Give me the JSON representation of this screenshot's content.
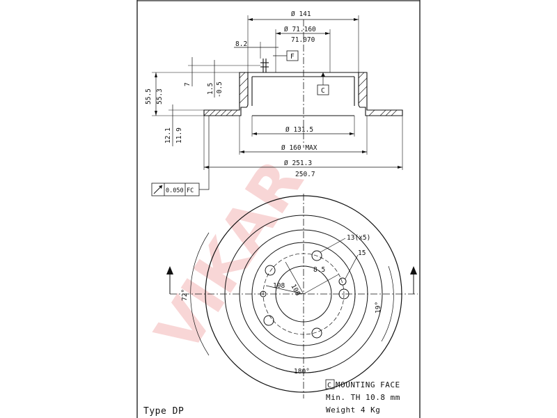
{
  "watermark": "VIKAR",
  "section_dims": {
    "d_outer": "Ø 141",
    "d_hub_1": "Ø 71.160",
    "d_hub_2": "71.070",
    "flange": "8.2",
    "datum_f": "F",
    "datum_c": "C",
    "step_7": "7",
    "step_1": "1.5",
    "step_2": "-0.5",
    "height_1": "55.5",
    "height_2": "55.3",
    "thick_1": "12.1",
    "thick_2": "11.9",
    "d_inner": "Ø 131.5",
    "d_max": "Ø 160 MAX",
    "d_disc_1": "Ø 251.3",
    "d_disc_2": "250.7"
  },
  "tolerance": {
    "symbol": "runout-symbol",
    "value": "0.050",
    "datums": "FC"
  },
  "face_dims": {
    "holes": "13(x5)",
    "spot": "15",
    "small": "8.5",
    "pcd": "100",
    "center": "108",
    "angle_72": "72°",
    "angle_19": "19°",
    "angle_180": "180°"
  },
  "legend": {
    "datum": "C",
    "mounting": "MOUNTING FACE",
    "min_th": "Min. TH 10.8 mm",
    "weight": "Weight   4 Kg"
  },
  "type_label": "Type DP"
}
